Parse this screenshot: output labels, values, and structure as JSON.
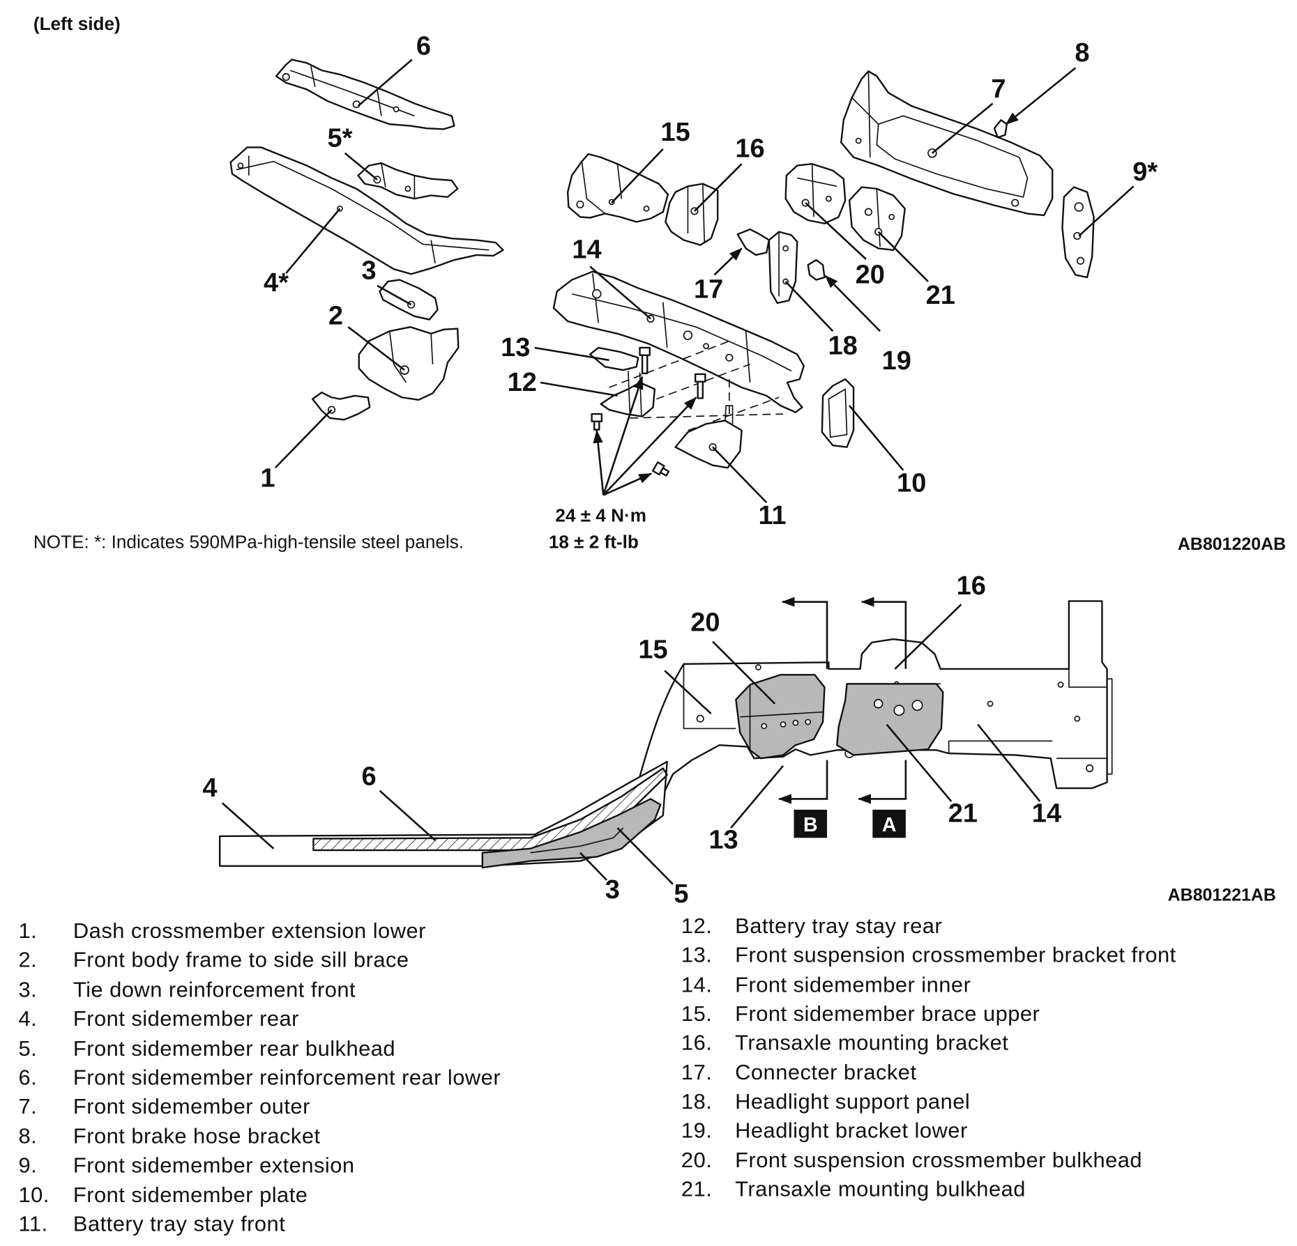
{
  "view_label": "(Left side)",
  "exploded_view": {
    "callouts": {
      "part_1": "1",
      "part_2": "2",
      "part_3": "3",
      "part_4": "4*",
      "part_5": "5*",
      "part_6": "6",
      "part_7": "7",
      "part_8": "8",
      "part_9": "9*",
      "part_10": "10",
      "part_11": "11",
      "part_12": "12",
      "part_13": "13",
      "part_14": "14",
      "part_15": "15",
      "part_16": "16",
      "part_17": "17",
      "part_18": "18",
      "part_19": "19",
      "part_20": "20",
      "part_21": "21"
    },
    "torque": {
      "metric": "24 ± 4 N·m",
      "imperial": "18 ± 2 ft-lb"
    },
    "note": "NOTE: *: Indicates 590MPa-high-tensile steel panels.",
    "figure_id": "AB801220AB"
  },
  "section_view": {
    "callouts": {
      "part_3": "3",
      "part_4": "4",
      "part_5": "5",
      "part_6": "6",
      "part_13": "13",
      "part_14": "14",
      "part_15": "15",
      "part_16": "16",
      "part_20": "20",
      "part_21": "21"
    },
    "section_marks": {
      "a": "A",
      "b": "B"
    },
    "figure_id": "AB801221AB"
  },
  "legend": [
    {
      "number": "1.",
      "name": "Dash crossmember extension lower"
    },
    {
      "number": "2.",
      "name": "Front body frame to side sill brace"
    },
    {
      "number": "3.",
      "name": "Tie down reinforcement front"
    },
    {
      "number": "4.",
      "name": "Front sidemember rear"
    },
    {
      "number": "5.",
      "name": "Front sidemember rear bulkhead"
    },
    {
      "number": "6.",
      "name": "Front sidemember reinforcement rear lower"
    },
    {
      "number": "7.",
      "name": "Front sidemember outer"
    },
    {
      "number": "8.",
      "name": "Front brake hose bracket"
    },
    {
      "number": "9.",
      "name": "Front sidemember extension"
    },
    {
      "number": "10.",
      "name": "Front sidemember plate"
    },
    {
      "number": "11.",
      "name": "Battery tray stay front"
    },
    {
      "number": "12.",
      "name": "Battery tray stay rear"
    },
    {
      "number": "13.",
      "name": "Front suspension crossmember bracket front"
    },
    {
      "number": "14.",
      "name": "Front sidemember inner"
    },
    {
      "number": "15.",
      "name": "Front sidemember brace upper"
    },
    {
      "number": "16.",
      "name": "Transaxle mounting bracket"
    },
    {
      "number": "17.",
      "name": "Connecter bracket"
    },
    {
      "number": "18.",
      "name": "Headlight support panel"
    },
    {
      "number": "19.",
      "name": "Headlight bracket lower"
    },
    {
      "number": "20.",
      "name": "Front suspension crossmember bulkhead"
    },
    {
      "number": "21.",
      "name": "Transaxle mounting bulkhead"
    }
  ],
  "colors": {
    "line": "#111111",
    "shade": "#b8b8b8",
    "background": "#ffffff"
  }
}
